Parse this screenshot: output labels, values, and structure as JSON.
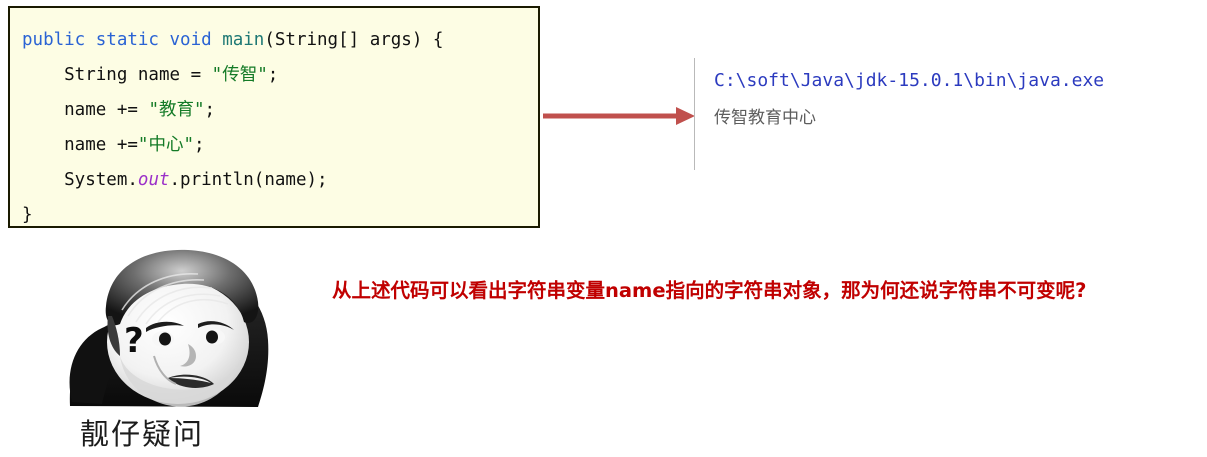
{
  "code_block": {
    "background_color": "#fdfde4",
    "border_color": "#1a1a00",
    "lines": [
      {
        "id": "line-signature",
        "text": "public static void main(String[] args) {",
        "tokens": [
          {
            "t": "public static void ",
            "c": "kw"
          },
          {
            "t": "main",
            "c": "mname"
          },
          {
            "t": "(String[] args) {",
            "c": "plain"
          }
        ]
      },
      {
        "id": "line-declare-name",
        "text": "    String name = \"传智\";",
        "tokens": [
          {
            "t": "    String name = ",
            "c": "plain"
          },
          {
            "t": "\"传智\"",
            "c": "str"
          },
          {
            "t": ";",
            "c": "plain"
          }
        ]
      },
      {
        "id": "line-append-jiaoyu",
        "text": "    name += \"教育\";",
        "tokens": [
          {
            "t": "    name += ",
            "c": "plain"
          },
          {
            "t": "\"教育\"",
            "c": "str"
          },
          {
            "t": ";",
            "c": "plain"
          }
        ]
      },
      {
        "id": "line-append-zhongxin",
        "text": "    name +=\"中心\";",
        "tokens": [
          {
            "t": "    name +=",
            "c": "plain"
          },
          {
            "t": "\"中心\"",
            "c": "str"
          },
          {
            "t": ";",
            "c": "plain"
          }
        ]
      },
      {
        "id": "line-println",
        "text": "    System.out.println(name);",
        "tokens": [
          {
            "t": "    System.",
            "c": "plain"
          },
          {
            "t": "out",
            "c": "fld"
          },
          {
            "t": ".println(name);",
            "c": "plain"
          }
        ]
      },
      {
        "id": "line-close-brace",
        "text": "}",
        "tokens": [
          {
            "t": "}",
            "c": "plain"
          }
        ]
      }
    ],
    "syntax_colors": {
      "keyword": "#2a63d4",
      "method_name": "#1d7874",
      "string_literal": "#137a26",
      "field_out": "#9b30c8",
      "plain": "#111111"
    }
  },
  "arrow": {
    "name": "flow-arrow",
    "direction": "right",
    "color": "#c0504d"
  },
  "console": {
    "path": "C:\\soft\\Java\\jdk-15.0.1\\bin\\java.exe",
    "output": "传智教育中心",
    "path_color": "#2c3bbf",
    "output_color": "#5d5d5d",
    "rule_color": "#b9b9b9"
  },
  "meme": {
    "caption": "靓仔疑问",
    "question_mark": "?",
    "alt": "confused-man-meme"
  },
  "note": {
    "text": "从上述代码可以看出字符串变量name指向的字符串对象，那为何还说字符串不可变呢?",
    "color": "#c00000"
  }
}
